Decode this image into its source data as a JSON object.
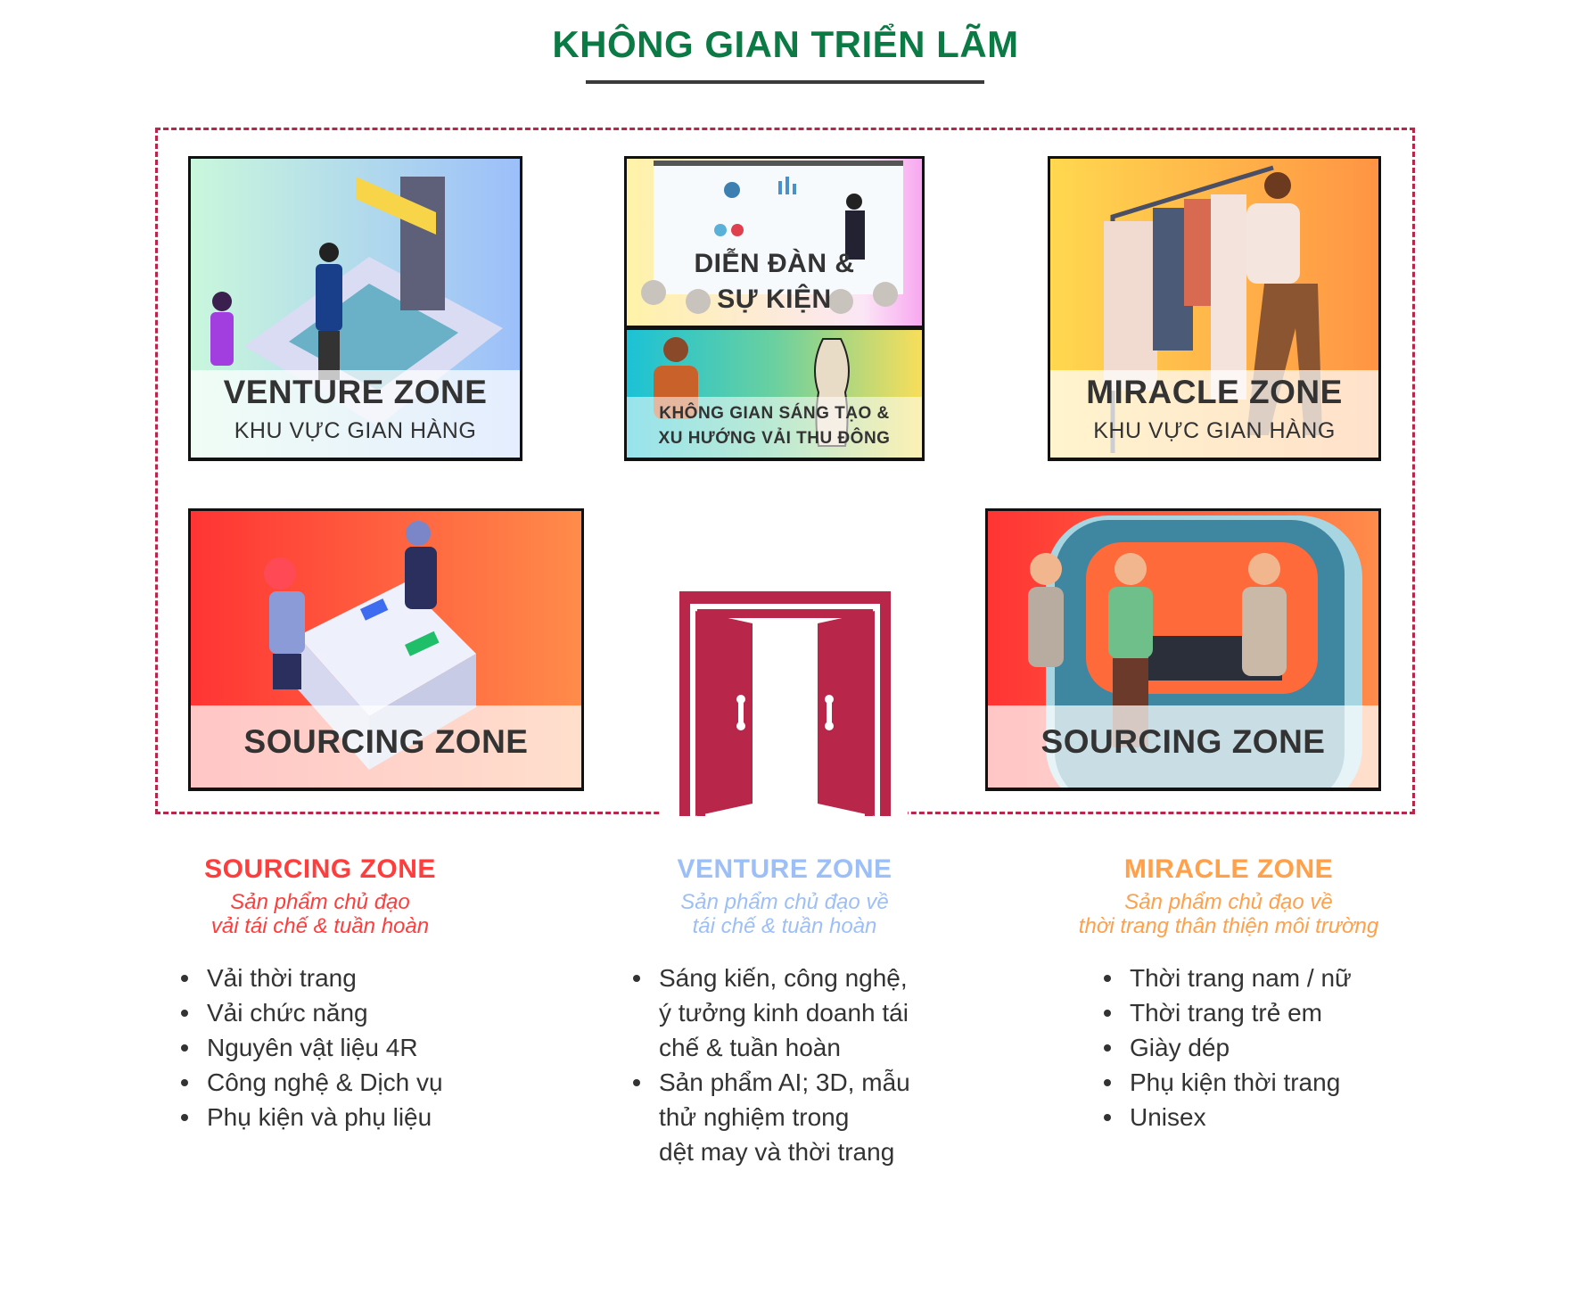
{
  "title": "KHÔNG GIAN TRIỂN LÃM",
  "colors": {
    "title": "#0b7a44",
    "border": "#b8264a",
    "sourcing": "#ff3d3d",
    "venture": "#9dbff7",
    "miracle": "#ffa04a"
  },
  "cards": {
    "venture": {
      "title": "VENTURE ZONE",
      "subtitle": "KHU VỰC GIAN HÀNG"
    },
    "forum": {
      "line1": "DIỄN ĐÀN &",
      "line2": "SỰ KIỆN"
    },
    "creative": {
      "line1": "KHÔNG GIAN SÁNG TẠO &",
      "line2": "XU HƯỚNG VẢI THU ĐÔNG"
    },
    "miracle": {
      "title": "MIRACLE ZONE",
      "subtitle": "KHU VỰC GIAN HÀNG"
    },
    "sourcing_left": {
      "title": "SOURCING ZONE"
    },
    "sourcing_right": {
      "title": "SOURCING ZONE"
    }
  },
  "columns": [
    {
      "title": "SOURCING ZONE",
      "sub1": "Sản phẩm chủ đạo",
      "sub2": "vải tái chế & tuần hoàn",
      "items": [
        "Vải thời trang",
        "Vải chức năng",
        "Nguyên vật liệu 4R",
        "Công nghệ & Dịch vụ",
        "Phụ kiện và phụ liệu"
      ]
    },
    {
      "title": "VENTURE ZONE",
      "sub1": "Sản phẩm chủ đạo về",
      "sub2": "tái chế & tuần hoàn",
      "items": [
        [
          "Sáng kiến, công nghệ,",
          "ý tưởng kinh doanh tái",
          "chế & tuần hoàn"
        ],
        [
          "Sản phẩm AI; 3D, mẫu",
          "thử nghiệm trong",
          "dệt may và thời trang"
        ]
      ]
    },
    {
      "title": "MIRACLE ZONE",
      "sub1": "Sản phẩm chủ đạo về",
      "sub2": "thời trang thân thiện môi trường",
      "items": [
        "Thời trang nam / nữ",
        "Thời trang trẻ em",
        "Giày dép",
        "Phụ kiện thời trang",
        "Unisex"
      ]
    }
  ]
}
